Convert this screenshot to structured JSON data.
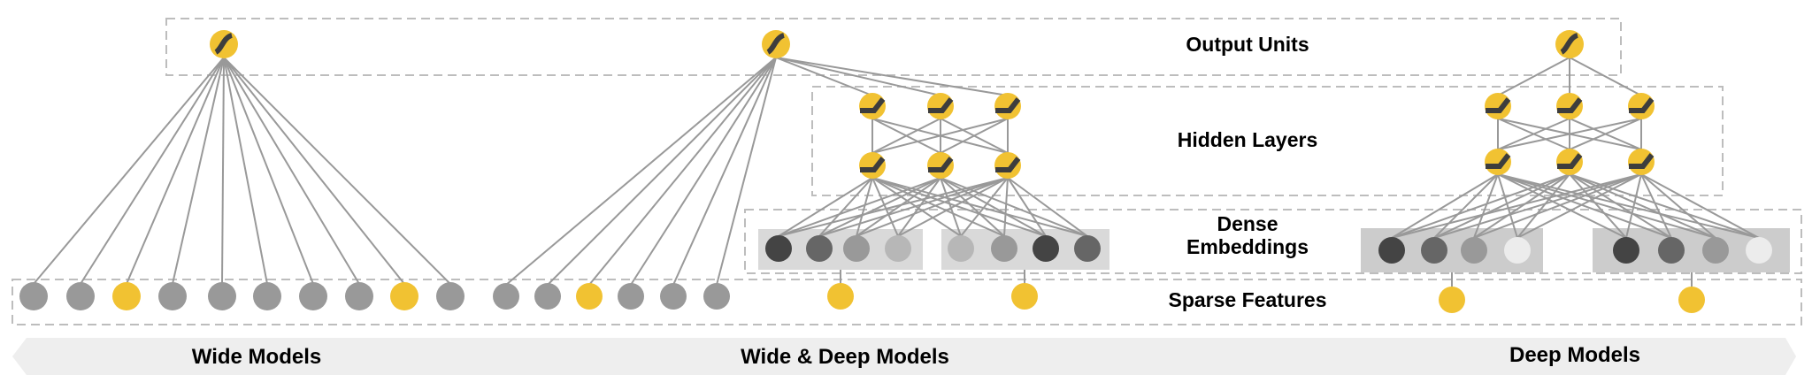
{
  "colors": {
    "yellow": "#f1c232",
    "edge": "#999999",
    "dashed": "#bdbdbd",
    "sparse_gray": "#999999",
    "icon_dark": "#3d3d3d",
    "band": "#eeeeee",
    "embed_box_wide_deep": "#d9d9d9",
    "embed_box_deep": "#cccccc"
  },
  "layer_labels": {
    "output": "Output Units",
    "hidden": "Hidden Layers",
    "dense": "Dense\nEmbeddings",
    "sparse": "Sparse Features"
  },
  "model_labels": {
    "wide": "Wide Models",
    "wide_deep": "Wide & Deep Models",
    "deep": "Deep Models"
  },
  "wide_model": {
    "output_activation": "sigmoid",
    "sparse_features": [
      "gray",
      "gray",
      "yellow",
      "gray",
      "gray",
      "gray",
      "gray",
      "gray",
      "yellow",
      "gray"
    ]
  },
  "wide_deep_model": {
    "output_activation": "sigmoid",
    "wide_sparse_features": [
      "gray",
      "gray",
      "yellow",
      "gray",
      "gray",
      "gray"
    ],
    "deep_sparse_features": [
      "yellow",
      "yellow"
    ],
    "embeddings": [
      [
        "#444444",
        "#666666",
        "#999999",
        "#b7b7b7"
      ],
      [
        "#b7b7b7",
        "#999999",
        "#444444",
        "#666666"
      ]
    ],
    "hidden_layers": [
      3,
      3
    ],
    "hidden_activation": "relu"
  },
  "deep_model": {
    "output_activation": "sigmoid",
    "deep_sparse_features": [
      "yellow",
      "yellow"
    ],
    "embeddings": [
      [
        "#444444",
        "#666666",
        "#999999",
        "#ececec"
      ],
      [
        "#444444",
        "#666666",
        "#999999",
        "#ececec"
      ]
    ],
    "hidden_layers": [
      3,
      3
    ],
    "hidden_activation": "relu"
  }
}
